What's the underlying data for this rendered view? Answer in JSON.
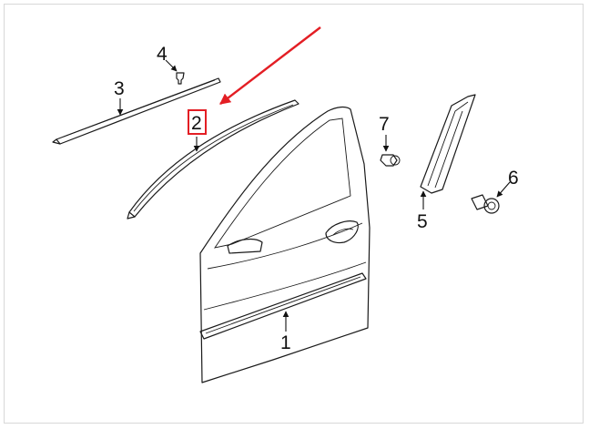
{
  "callouts": [
    {
      "id": "1",
      "text": "1"
    },
    {
      "id": "2",
      "text": "2"
    },
    {
      "id": "3",
      "text": "3"
    },
    {
      "id": "4",
      "text": "4"
    },
    {
      "id": "5",
      "text": "5"
    },
    {
      "id": "6",
      "text": "6"
    },
    {
      "id": "7",
      "text": "7"
    }
  ],
  "colors": {
    "line": "#1a1a1a",
    "highlight": "#e31e24",
    "border": "#d8d8d8"
  }
}
